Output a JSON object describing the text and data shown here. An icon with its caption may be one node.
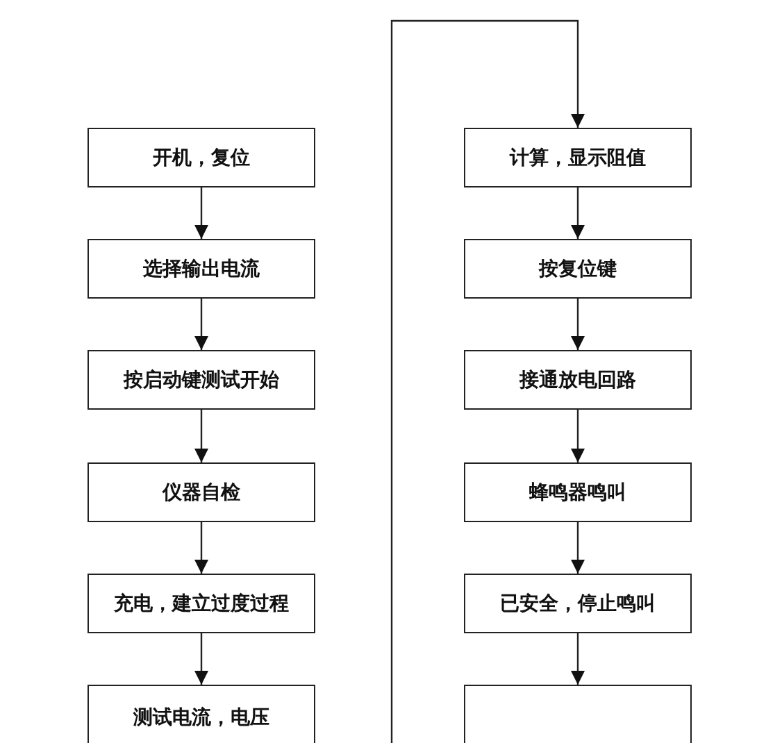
{
  "diagram": {
    "nodes": [
      {
        "text": [
          "开机，复位"
        ]
      },
      {
        "text": [
          "选择输出电流"
        ]
      },
      {
        "text": [
          "按启动键测试开始"
        ]
      },
      {
        "text": [
          "仪器自检"
        ]
      },
      {
        "text": [
          "充电，建立过度过程"
        ]
      },
      {
        "text": [
          "测试电流，电压"
        ]
      },
      {
        "text": [
          "计算，显示阻值"
        ]
      },
      {
        "text": [
          "按复位键"
        ]
      },
      {
        "text": [
          "接通放电回路"
        ]
      },
      {
        "text": [
          "蜂鸣器鸣叫"
        ]
      },
      {
        "text": [
          "已安全，停止鸣叫"
        ]
      },
      {
        "text": [],
        "shape": "box"
      }
    ],
    "edges": [
      {
        "from": 0,
        "to": 1,
        "arrow": "to"
      },
      {
        "from": 1,
        "to": 2,
        "arrow": "to"
      },
      {
        "from": 2,
        "to": 3,
        "arrow": "to"
      },
      {
        "from": 3,
        "to": 4,
        "arrow": "to"
      },
      {
        "from": 4,
        "to": 5,
        "arrow": "to"
      },
      {
        "from": null,
        "to": 6,
        "arrow": "to"
      },
      {
        "from": 6,
        "to": 7,
        "arrow": "to"
      },
      {
        "from": 7,
        "to": 8,
        "arrow": "to"
      },
      {
        "from": 8,
        "to": 9,
        "arrow": "to"
      },
      {
        "from": 9,
        "to": 10,
        "arrow": "to"
      },
      {
        "from": 10,
        "to": 11,
        "arrow": "to"
      }
    ]
  }
}
